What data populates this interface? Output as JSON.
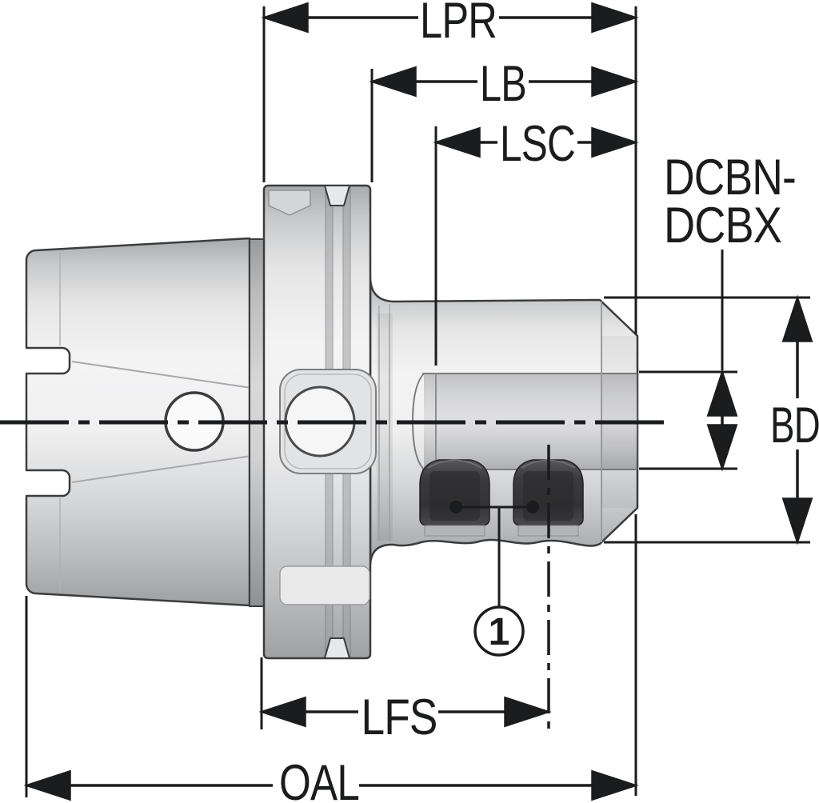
{
  "diagram": {
    "background_color": "#ffffff",
    "line_color": "#1b1c1d",
    "body_color_light": "#f4f4f5",
    "body_color_dark": "#9fa0a2",
    "screw_color": "#3a3a3c",
    "dimensions": {
      "lpr": "LPR",
      "lb": "LB",
      "lsc": "LSC",
      "bd": "BD",
      "lfs": "LFS",
      "oal": "OAL"
    },
    "part_code": {
      "line1": "DCBN-",
      "line2": "DCBX"
    },
    "balloon": {
      "label": "1"
    }
  }
}
